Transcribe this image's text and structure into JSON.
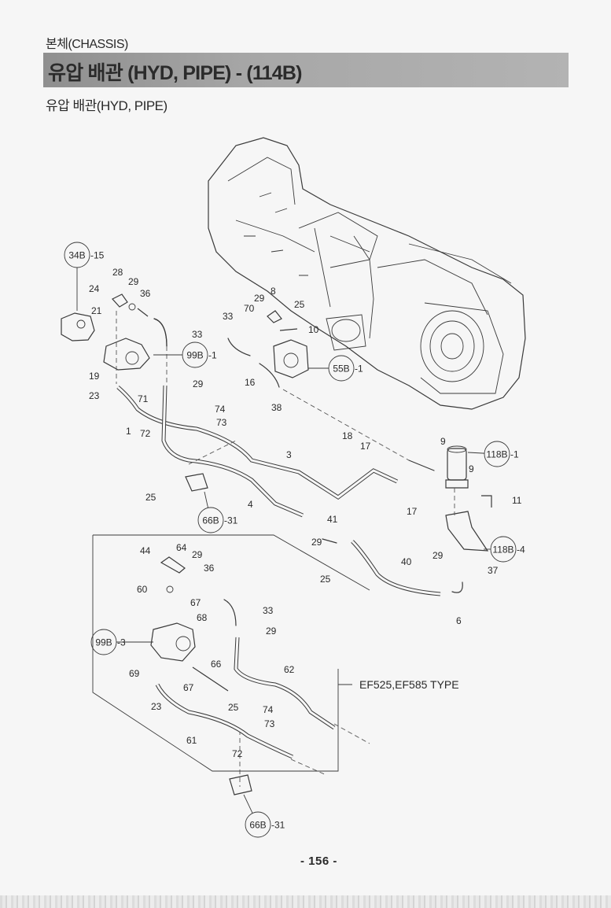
{
  "header": {
    "section": "본체(CHASSIS)",
    "title": "유압 배관 (HYD, PIPE) - (114B)",
    "subtitle": "유압 배관(HYD, PIPE)"
  },
  "diagram": {
    "callouts": [
      {
        "id": "ref-34B-15",
        "ref": "34B",
        "suffix": "-15"
      },
      {
        "id": "ref-99B-1",
        "ref": "99B",
        "suffix": "-1"
      },
      {
        "id": "ref-55B-1",
        "ref": "55B",
        "suffix": "-1"
      },
      {
        "id": "ref-66B-31-top",
        "ref": "66B",
        "suffix": "-31"
      },
      {
        "id": "ref-118B-1",
        "ref": "118B",
        "suffix": "-1"
      },
      {
        "id": "ref-118B-4",
        "ref": "118B",
        "suffix": "-4"
      },
      {
        "id": "ref-99B-3",
        "ref": "99B",
        "suffix": "-3"
      },
      {
        "id": "ref-66B-31-bottom",
        "ref": "66B",
        "suffix": "-31"
      }
    ],
    "part_numbers": {
      "upper": [
        "28",
        "24",
        "29",
        "36",
        "21",
        "33",
        "19",
        "71",
        "29",
        "23",
        "1",
        "74",
        "73",
        "72",
        "25",
        "4",
        "3",
        "70",
        "29",
        "8",
        "25",
        "33",
        "10",
        "16",
        "38",
        "18",
        "17",
        "17",
        "9",
        "9",
        "11",
        "41",
        "29",
        "25",
        "40",
        "29",
        "37",
        "6"
      ],
      "lower": [
        "44",
        "64",
        "29",
        "36",
        "60",
        "33",
        "67",
        "68",
        "29",
        "69",
        "67",
        "66",
        "62",
        "23",
        "25",
        "74",
        "73",
        "61",
        "72"
      ]
    },
    "variant_note": "EF525,EF585 TYPE"
  },
  "footer": {
    "page_number": "- 156 -"
  }
}
